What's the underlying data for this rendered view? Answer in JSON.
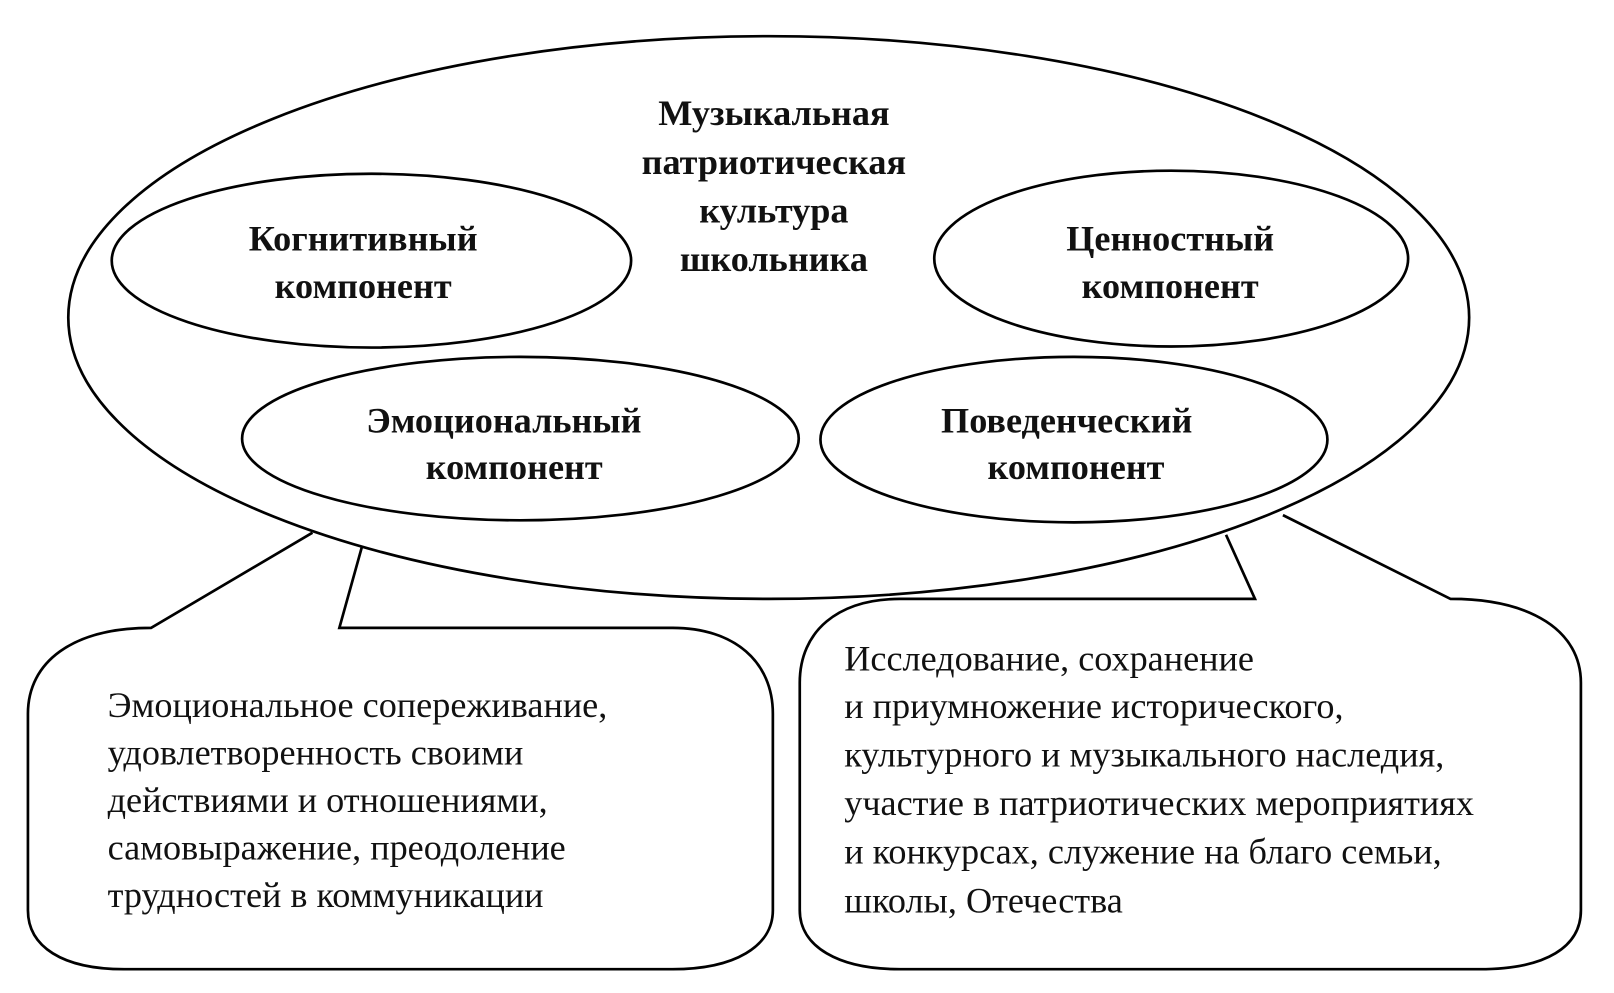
{
  "center_title": [
    "Музыкальная",
    "патриотическая",
    "культура",
    "школьника"
  ],
  "components": {
    "cognitive": [
      "Когнитивный",
      "компонент"
    ],
    "value": [
      "Ценностный",
      "компонент"
    ],
    "emotional": [
      "Эмоциональный",
      "компонент"
    ],
    "behavioral": [
      "Поведенческий",
      "компонент"
    ]
  },
  "callouts": {
    "left": [
      "Эмоциональное сопереживание,",
      "удовлетворенность своими",
      "действиями и отношениями,",
      "самовыражение, преодоление",
      "трудностей в коммуникации"
    ],
    "right": [
      "Исследование, сохранение",
      "и приумножение исторического,",
      "культурного и музыкального наследия,",
      "участие в патриотических мероприятиях",
      "и конкурсах, служение на благо семьи,",
      "школы, Отечества"
    ]
  }
}
